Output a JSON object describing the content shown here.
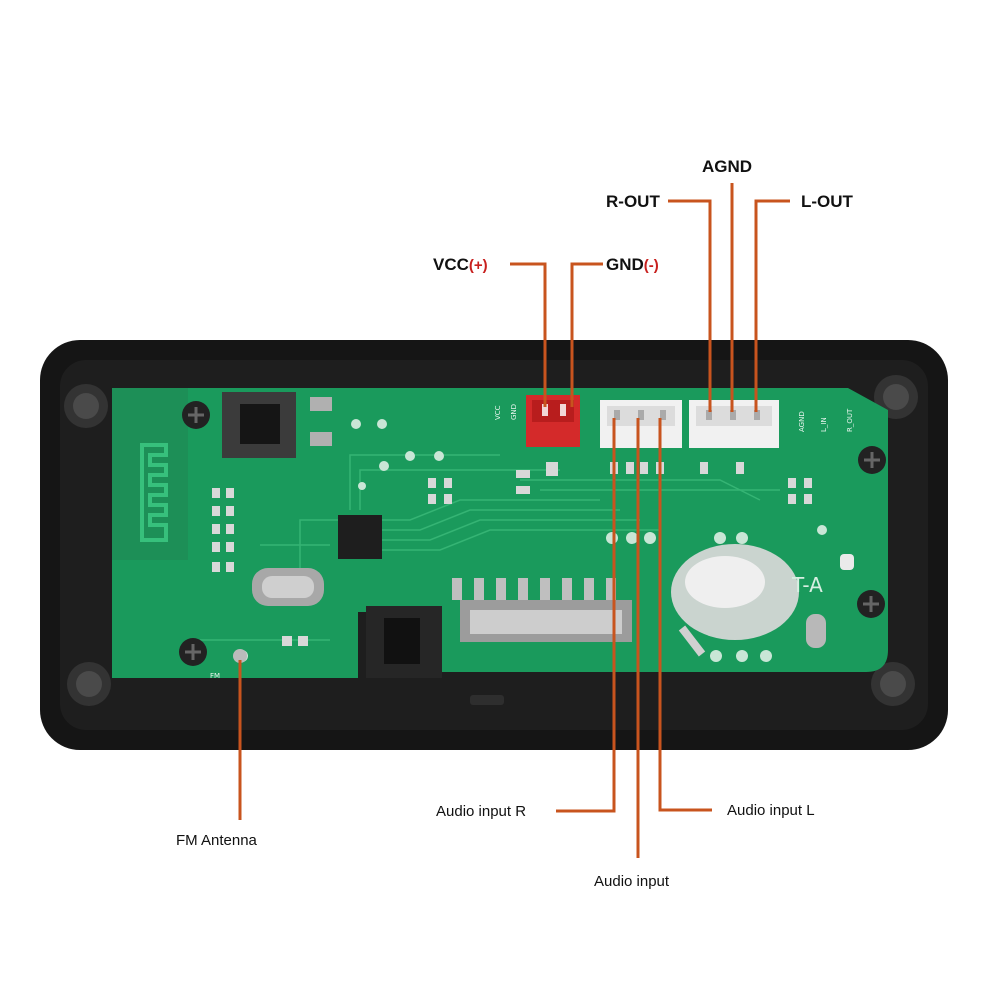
{
  "labels": {
    "vcc": "VCC",
    "vcc_sign": "(+)",
    "gnd": "GND",
    "gnd_sign": "(-)",
    "agnd": "AGND",
    "r_out": "R-OUT",
    "l_out": "L-OUT",
    "fm_antenna": "FM Antenna",
    "audio_input_r": "Audio input R",
    "audio_input": "Audio input",
    "audio_input_l": "Audio input L"
  },
  "silkscreen": {
    "vcc": "VCC",
    "gnd": "GND",
    "l_in": "L_IN",
    "agnd": "AGND",
    "r_out": "R_OUT",
    "fm": "FM",
    "version": "T-A"
  },
  "colors": {
    "leader_line": "#c8541e",
    "sign_red": "#c8201e",
    "pcb_green": "#1a9a5c",
    "frame_black": "#151515",
    "connector_red": "#d42a2a",
    "connector_white": "#f1f1f1"
  }
}
